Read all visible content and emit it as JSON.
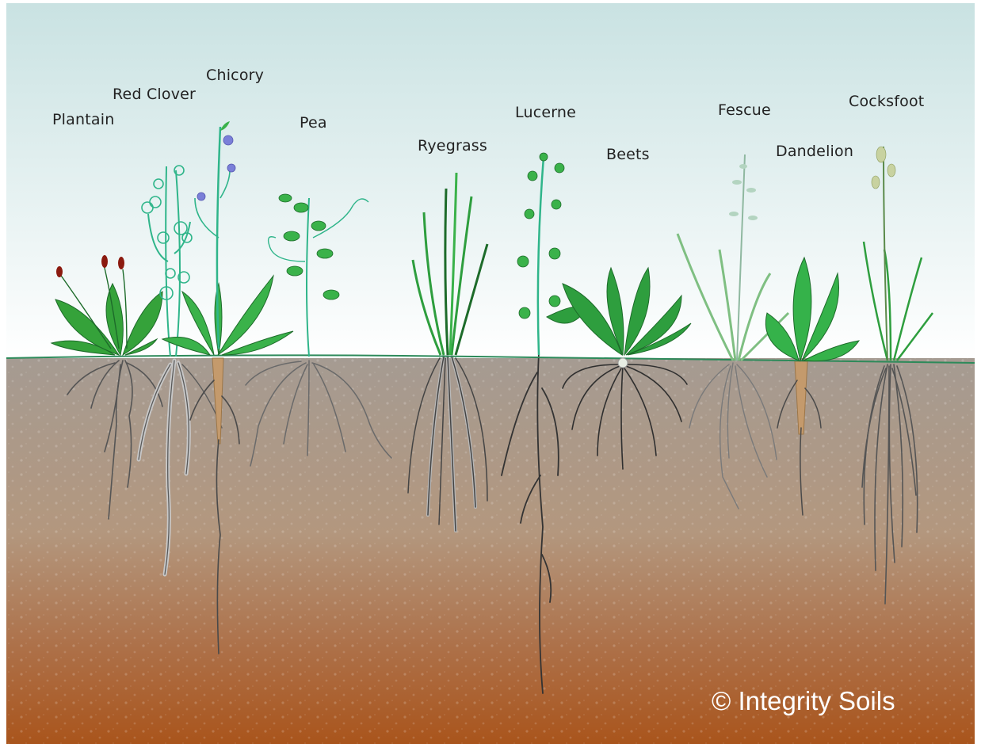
{
  "plants": [
    {
      "id": "plantain",
      "label": "Plantain",
      "icon": "plantain-plant-icon"
    },
    {
      "id": "red-clover",
      "label": "Red Clover",
      "icon": "red-clover-plant-icon"
    },
    {
      "id": "chicory",
      "label": "Chicory",
      "icon": "chicory-plant-icon"
    },
    {
      "id": "pea",
      "label": "Pea",
      "icon": "pea-plant-icon"
    },
    {
      "id": "ryegrass",
      "label": "Ryegrass",
      "icon": "ryegrass-plant-icon"
    },
    {
      "id": "lucerne",
      "label": "Lucerne",
      "icon": "lucerne-plant-icon"
    },
    {
      "id": "beets",
      "label": "Beets",
      "icon": "beets-plant-icon"
    },
    {
      "id": "fescue",
      "label": "Fescue",
      "icon": "fescue-plant-icon"
    },
    {
      "id": "dandelion",
      "label": "Dandelion",
      "icon": "dandelion-plant-icon"
    },
    {
      "id": "cocksfoot",
      "label": "Cocksfoot",
      "icon": "cocksfoot-plant-icon"
    }
  ],
  "copyright": "© Integrity Soils",
  "colors": {
    "sky_top": "#c9e2e2",
    "sky_bottom": "#ffffff",
    "soil_top": "#a59a8f",
    "soil_bottom": "#b15a1e",
    "leaf_green": "#2e9e3e",
    "leaf_dark": "#1d6b2a",
    "stem_teal": "#2fb58a",
    "root_dark": "#3a3a3a",
    "root_light": "#bdbdbd"
  }
}
